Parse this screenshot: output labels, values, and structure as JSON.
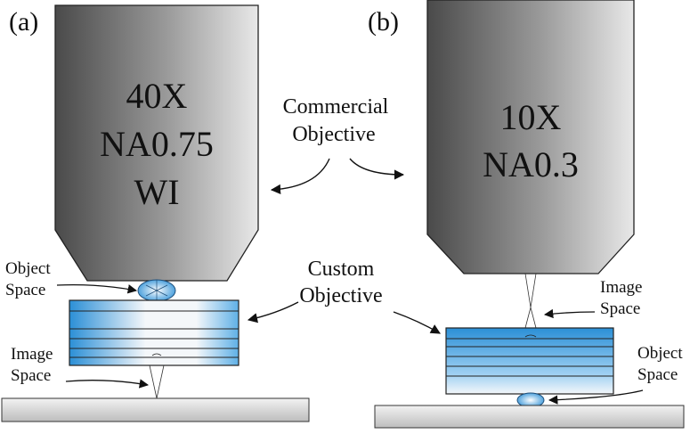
{
  "panels": {
    "a": {
      "tag": "(a)",
      "objective_lines": [
        "40X",
        "NA0.75",
        "WI"
      ],
      "object_space_lines": [
        "Object",
        "Space"
      ],
      "image_space_lines": [
        "Image",
        "Space"
      ]
    },
    "b": {
      "tag": "(b)",
      "objective_lines": [
        "10X",
        "NA0.3"
      ],
      "image_space_lines": [
        "Image",
        "Space"
      ],
      "object_space_lines": [
        "Object",
        "Space"
      ]
    }
  },
  "center_labels": {
    "commercial_lines": [
      "Commercial",
      "Objective"
    ],
    "custom_lines": [
      "Custom",
      "Objective"
    ]
  },
  "colors": {
    "objective_dark": "#5c5c5c",
    "objective_light": "#e6e6e6",
    "lens_blue": "#2b8fd6",
    "lens_white": "#f2f5f8",
    "slide_gray": "#d8d8d8",
    "outline": "#222222"
  }
}
